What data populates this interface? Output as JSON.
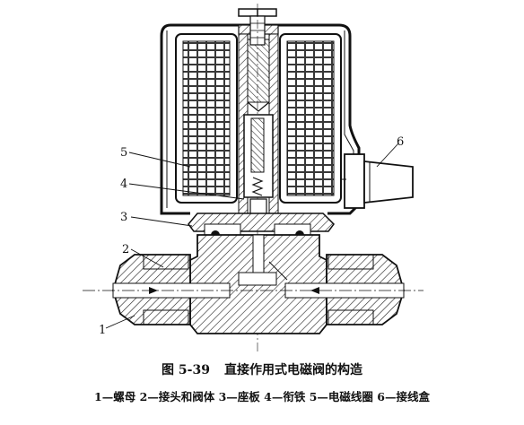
{
  "labels": [
    "1",
    "2",
    "3",
    "4",
    "5",
    "6"
  ],
  "caption": {
    "number": "图 5-39",
    "title": "直接作用式电磁阀的构造"
  },
  "legend": "1—螺母 2—接头和阀体 3—座板 4—衔铁 5—电磁线圈 6—接线盒"
}
